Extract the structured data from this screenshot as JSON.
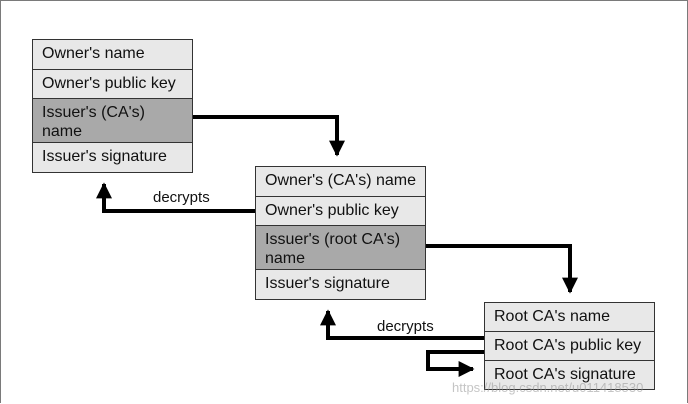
{
  "certificates": [
    {
      "fields": [
        "Owner's name",
        "Owner's public key",
        "Issuer's (CA's) name",
        "Issuer's signature"
      ]
    },
    {
      "fields": [
        "Owner's (CA's) name",
        "Owner's public key",
        "Issuer's (root CA's) name",
        "Issuer's signature"
      ]
    },
    {
      "fields": [
        "Root CA's name",
        "Root CA's public key",
        "Root CA's signature"
      ]
    }
  ],
  "edge_labels": [
    "decrypts",
    "decrypts"
  ],
  "watermark": "https://blog.csdn.net/u011418530"
}
